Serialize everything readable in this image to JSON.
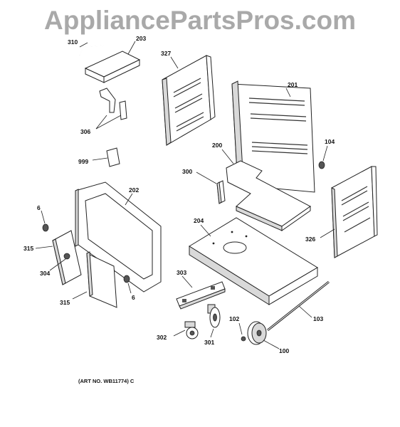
{
  "watermark": "AppliancePartsPros.com",
  "art_number": "(ART NO. WB11774) C",
  "callouts": {
    "c310": "310",
    "c203": "203",
    "c327": "327",
    "c201": "201",
    "c306": "306",
    "c104": "104",
    "c999": "999",
    "c200": "200",
    "c300": "300",
    "c202": "202",
    "c6a": "6",
    "c204": "204",
    "c326": "326",
    "c315a": "315",
    "c304": "304",
    "c6b": "6",
    "c303": "303",
    "c315b": "315",
    "c102": "102",
    "c103": "103",
    "c302": "302",
    "c301": "301",
    "c100": "100"
  },
  "icons": [
    "panel-part-icon",
    "caster-part-icon",
    "pulley-part-icon",
    "rod-part-icon"
  ]
}
